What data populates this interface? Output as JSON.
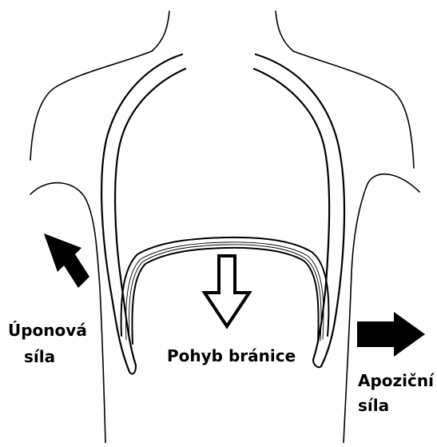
{
  "labels": {
    "insertion_force_line1": "Úponová",
    "insertion_force_line2": "síla",
    "diaphragm_movement": "Pohyb bránice",
    "appositional_force_line1": "Apoziční",
    "appositional_force_line2": "síla"
  },
  "colors": {
    "ink": "#000000",
    "background": "#ffffff"
  }
}
